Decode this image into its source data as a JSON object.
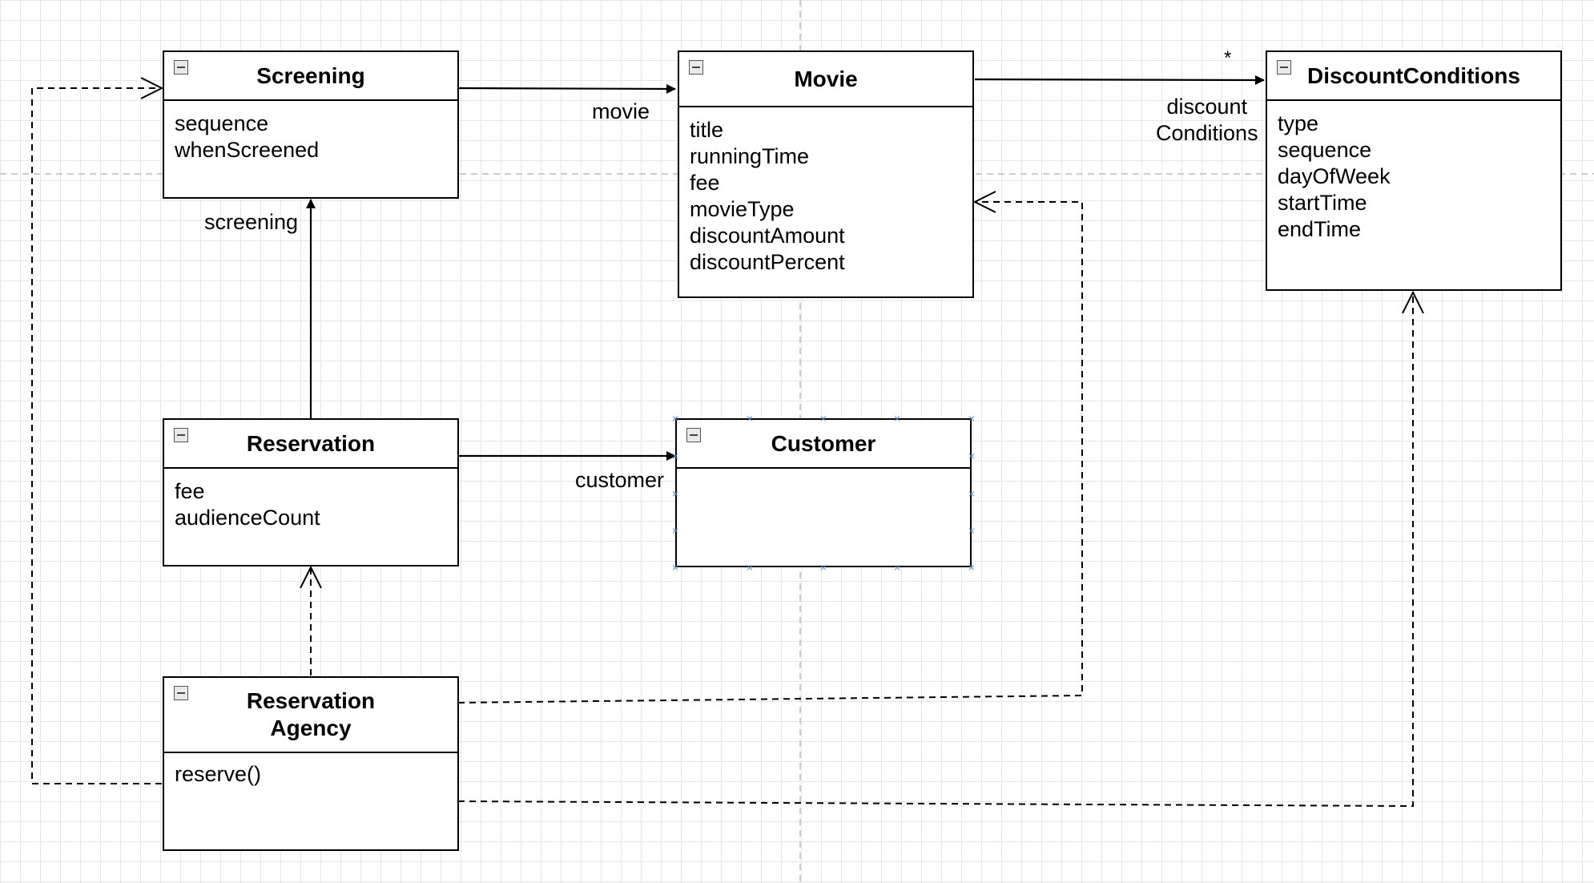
{
  "diagram": {
    "classes": [
      {
        "id": "screening",
        "name": "Screening",
        "attributes": [
          "sequence",
          "whenScreened"
        ]
      },
      {
        "id": "movie",
        "name": "Movie",
        "attributes": [
          "title",
          "runningTime",
          "fee",
          "movieType",
          "discountAmount",
          "discountPercent"
        ]
      },
      {
        "id": "discount",
        "name": "DiscountConditions",
        "attributes": [
          "type",
          "sequence",
          "dayOfWeek",
          "startTime",
          "endTime"
        ]
      },
      {
        "id": "reservation",
        "name": "Reservation",
        "attributes": [
          "fee",
          "audienceCount"
        ]
      },
      {
        "id": "customer",
        "name": "Customer",
        "attributes": []
      },
      {
        "id": "agency",
        "name": "Reservation\nAgency",
        "attributes": [
          "reserve()"
        ]
      }
    ],
    "labels": {
      "movie": "movie",
      "screening": "screening",
      "customer": "customer",
      "discount_role": "discount\nConditions",
      "multiplicity": "*"
    },
    "edges": [
      {
        "from": "screening",
        "to": "movie",
        "kind": "association"
      },
      {
        "from": "movie",
        "to": "discount",
        "kind": "association"
      },
      {
        "from": "reservation",
        "to": "screening",
        "kind": "association"
      },
      {
        "from": "reservation",
        "to": "customer",
        "kind": "association"
      },
      {
        "from": "agency",
        "to": "reservation",
        "kind": "dependency"
      },
      {
        "from": "agency",
        "to": "screening",
        "kind": "dependency"
      },
      {
        "from": "agency",
        "to": "movie",
        "kind": "dependency"
      },
      {
        "from": "agency",
        "to": "discount",
        "kind": "dependency"
      }
    ],
    "selected": "customer"
  }
}
